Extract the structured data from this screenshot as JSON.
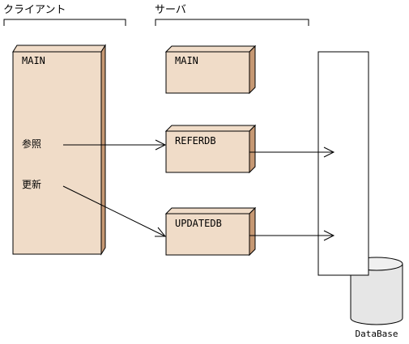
{
  "client": {
    "section_label": "クライアント",
    "box_title": "MAIN",
    "items": [
      "参照",
      "更新"
    ]
  },
  "server": {
    "section_label": "サーバ",
    "boxes": [
      "MAIN",
      "REFERDB",
      "UPDATEDB"
    ]
  },
  "database": {
    "label": "DataBase"
  },
  "colors": {
    "box_front": "#f0dcc8",
    "box_side": "#c69873",
    "db_fill": "#e6e6e6",
    "stroke": "#000000"
  }
}
